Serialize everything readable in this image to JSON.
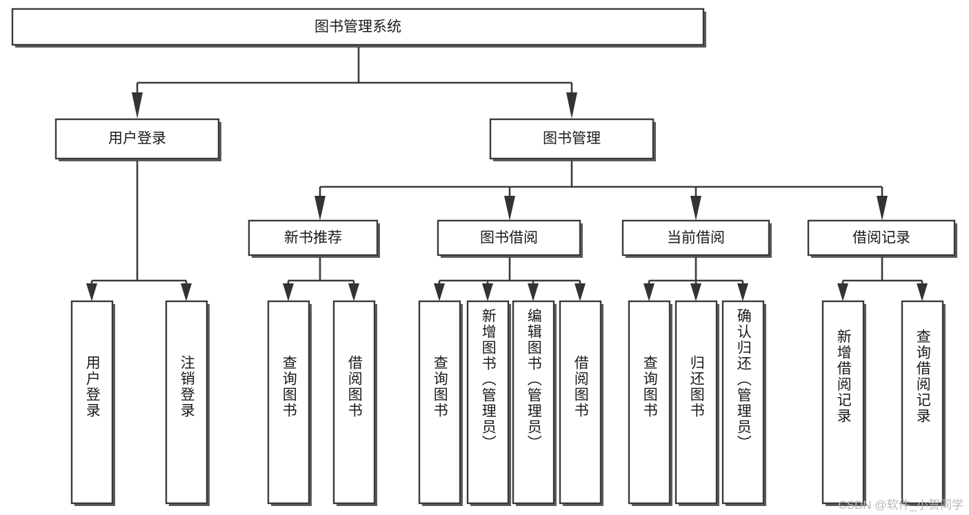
{
  "diagram": {
    "type": "tree",
    "title": "图书管理系统",
    "watermark": "CSDN @软件_小贺同学",
    "colors": {
      "box_stroke": "#3a3a3a",
      "box_fill": "#ffffff",
      "connector": "#3a3a3a",
      "text": "#1a1a1a",
      "watermark": "#b8b8b8",
      "background": "#ffffff"
    },
    "nodes": {
      "root": {
        "label": "图书管理系统"
      },
      "level2": [
        {
          "id": "user-login",
          "label": "用户登录"
        },
        {
          "id": "book-management",
          "label": "图书管理"
        }
      ],
      "level3": [
        {
          "id": "new-book-recommend",
          "label": "新书推荐"
        },
        {
          "id": "book-borrow",
          "label": "图书借阅"
        },
        {
          "id": "current-borrow",
          "label": "当前借阅"
        },
        {
          "id": "borrow-record",
          "label": "借阅记录"
        }
      ],
      "leaves": {
        "user-login": [
          {
            "id": "leaf-user-login",
            "label": "用户登录"
          },
          {
            "id": "leaf-logout-login",
            "label": "注销登录"
          }
        ],
        "new-book-recommend": [
          {
            "id": "leaf-query-book-1",
            "label": "查询图书"
          },
          {
            "id": "leaf-borrow-book-1",
            "label": "借阅图书"
          }
        ],
        "book-borrow": [
          {
            "id": "leaf-query-book-2",
            "label": "查询图书"
          },
          {
            "id": "leaf-add-book",
            "label": "新增图书（管理员）"
          },
          {
            "id": "leaf-edit-book",
            "label": "编辑图书（管理员）"
          },
          {
            "id": "leaf-borrow-book-2",
            "label": "借阅图书"
          }
        ],
        "current-borrow": [
          {
            "id": "leaf-query-book-3",
            "label": "查询图书"
          },
          {
            "id": "leaf-return-book",
            "label": "归还图书"
          },
          {
            "id": "leaf-confirm-return",
            "label": "确认归还（管理员）"
          }
        ],
        "borrow-record": [
          {
            "id": "leaf-add-record",
            "label": "新增借阅记录"
          },
          {
            "id": "leaf-query-record",
            "label": "查询借阅记录"
          }
        ]
      }
    }
  }
}
